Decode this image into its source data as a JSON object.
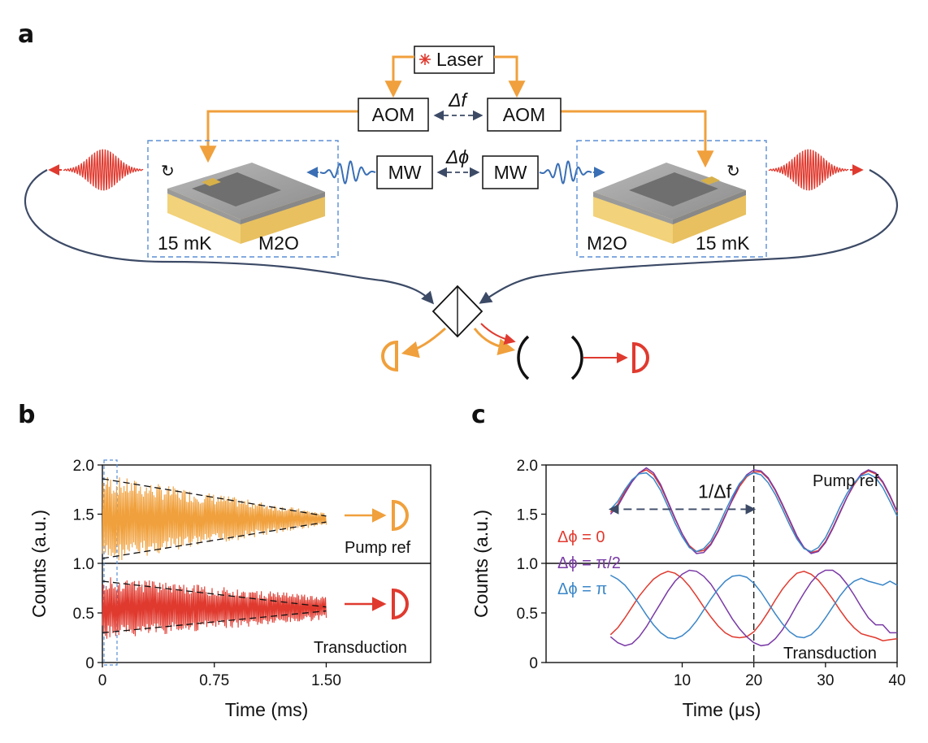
{
  "panels": {
    "a": "a",
    "b": "b",
    "c": "c"
  },
  "setup": {
    "laser": "Laser",
    "aom_left": "AOM",
    "aom_right": "AOM",
    "delta_f": "Δf",
    "mw_left": "MW",
    "mw_right": "MW",
    "delta_phi": "Δϕ",
    "left_temp": "15 mK",
    "left_device": "M2O",
    "right_device": "M2O",
    "right_temp": "15 mK",
    "rotation_left": "↻",
    "rotation_right": "↻"
  },
  "colors": {
    "laser_path": "#f0a03c",
    "pulse": "#e03a2f",
    "microwave": "#3a6fb5",
    "fiber": "#3c4a66",
    "box_dash": "#5b8fd6",
    "pump_ref": "#f0a03c",
    "transduction": "#e03a2f",
    "phase_0": "#e03a2f",
    "phase_pi2": "#7a3aa6",
    "phase_pi": "#3a86c8"
  },
  "chart_data": [
    {
      "type": "line",
      "panel": "b",
      "xlabel": "Time (ms)",
      "ylabel": "Counts (a.u.)",
      "xlim": [
        0,
        2.2
      ],
      "x_ticks": [
        "0",
        "0.75",
        "1.50"
      ],
      "x_tick_values": [
        0,
        0.75,
        1.5
      ],
      "subplots": [
        {
          "label": "Pump ref",
          "ylim": [
            1.0,
            2.0
          ],
          "y_ticks": [
            "2.0",
            "1.5",
            "1.0"
          ],
          "y_tick_values": [
            2.0,
            1.5,
            1.0
          ],
          "series": [
            {
              "kind": "decaying_oscillation",
              "x_range": [
                0,
                1.5
              ],
              "center": 1.45,
              "amplitude_start": 0.46,
              "amplitude_end": 0.06
            }
          ],
          "envelope": {
            "style": "dashed",
            "upper_start": 1.86,
            "upper_end": 1.48,
            "lower_start": 1.05,
            "lower_end": 1.42
          }
        },
        {
          "label": "Transduction",
          "ylim": [
            0,
            1.0
          ],
          "y_ticks": [
            "1.0",
            "0.5",
            "0"
          ],
          "y_tick_values": [
            1.0,
            0.5,
            0
          ],
          "series": [
            {
              "kind": "decaying_oscillation",
              "x_range": [
                0,
                1.5
              ],
              "center": 0.55,
              "amplitude_start": 0.32,
              "amplitude_end": 0.12
            }
          ],
          "envelope": {
            "style": "dashed",
            "upper_start": 0.82,
            "upper_end": 0.56,
            "lower_start": 0.3,
            "lower_end": 0.52
          }
        }
      ]
    },
    {
      "type": "line",
      "panel": "c",
      "xlabel": "Time (μs)",
      "ylabel": "Counts (a.u.)",
      "xlim": [
        -9,
        40
      ],
      "x_ticks": [
        "10",
        "20",
        "30",
        "40"
      ],
      "x_tick_values": [
        10,
        20,
        30,
        40
      ],
      "annotation": "1/Δf",
      "annotation_arrow_x": [
        0,
        20
      ],
      "annotation_arrow_y": 1.55,
      "vline_x": 20,
      "legend": [
        "Δϕ = 0",
        "Δϕ = π/2",
        "Δϕ = π"
      ],
      "subplots": [
        {
          "label": "Pump ref",
          "ylim": [
            1.0,
            2.0
          ],
          "y_ticks": [
            "2.0",
            "1.5",
            "1.0"
          ],
          "y_tick_values": [
            2.0,
            1.5,
            1.0
          ],
          "x": [
            0,
            1,
            2,
            3,
            4,
            5,
            6,
            7,
            8,
            9,
            10,
            11,
            12,
            13,
            14,
            15,
            16,
            17,
            18,
            19,
            20,
            21,
            22,
            23,
            24,
            25,
            26,
            27,
            28,
            29,
            30,
            31,
            32,
            33,
            34,
            35,
            36,
            37,
            38,
            39,
            40
          ],
          "series": [
            {
              "name": "Δϕ = 0",
              "values": [
                1.52,
                1.6,
                1.73,
                1.84,
                1.92,
                1.95,
                1.9,
                1.78,
                1.62,
                1.45,
                1.3,
                1.18,
                1.12,
                1.13,
                1.2,
                1.33,
                1.49,
                1.64,
                1.78,
                1.88,
                1.93,
                1.93,
                1.86,
                1.74,
                1.59,
                1.43,
                1.27,
                1.16,
                1.11,
                1.13,
                1.22,
                1.36,
                1.52,
                1.67,
                1.8,
                1.9,
                1.94,
                1.91,
                1.82,
                1.68,
                1.52
              ]
            },
            {
              "name": "Δϕ = π/2",
              "values": [
                1.5,
                1.58,
                1.71,
                1.83,
                1.92,
                1.97,
                1.92,
                1.8,
                1.63,
                1.46,
                1.3,
                1.17,
                1.1,
                1.11,
                1.19,
                1.32,
                1.48,
                1.65,
                1.8,
                1.9,
                1.95,
                1.94,
                1.87,
                1.75,
                1.6,
                1.44,
                1.28,
                1.16,
                1.1,
                1.12,
                1.21,
                1.35,
                1.51,
                1.67,
                1.81,
                1.91,
                1.95,
                1.92,
                1.83,
                1.69,
                1.53
              ]
            },
            {
              "name": "Δϕ = π",
              "values": [
                1.55,
                1.63,
                1.75,
                1.85,
                1.91,
                1.92,
                1.86,
                1.74,
                1.58,
                1.41,
                1.27,
                1.16,
                1.12,
                1.15,
                1.23,
                1.37,
                1.53,
                1.68,
                1.81,
                1.89,
                1.92,
                1.9,
                1.82,
                1.7,
                1.55,
                1.39,
                1.25,
                1.15,
                1.12,
                1.16,
                1.26,
                1.41,
                1.57,
                1.71,
                1.82,
                1.89,
                1.91,
                1.87,
                1.77,
                1.63,
                1.48
              ]
            }
          ]
        },
        {
          "label": "Transduction",
          "ylim": [
            0,
            1.0
          ],
          "y_ticks": [
            "1.0",
            "0.5",
            "0"
          ],
          "y_tick_values": [
            1.0,
            0.5,
            0
          ],
          "x": [
            0,
            1,
            2,
            3,
            4,
            5,
            6,
            7,
            8,
            9,
            10,
            11,
            12,
            13,
            14,
            15,
            16,
            17,
            18,
            19,
            20,
            21,
            22,
            23,
            24,
            25,
            26,
            27,
            28,
            29,
            30,
            31,
            32,
            33,
            34,
            35,
            36,
            37,
            38,
            39,
            40
          ],
          "series": [
            {
              "name": "Δϕ = 0",
              "values": [
                0.28,
                0.35,
                0.45,
                0.56,
                0.67,
                0.76,
                0.84,
                0.89,
                0.92,
                0.9,
                0.85,
                0.77,
                0.67,
                0.56,
                0.46,
                0.37,
                0.3,
                0.26,
                0.25,
                0.26,
                0.31,
                0.4,
                0.51,
                0.63,
                0.74,
                0.83,
                0.9,
                0.92,
                0.89,
                0.83,
                0.74,
                0.64,
                0.53,
                0.43,
                0.35,
                0.29,
                0.27,
                0.25,
                0.22,
                0.23,
                0.24
              ]
            },
            {
              "name": "Δϕ = π/2",
              "values": [
                0.26,
                0.2,
                0.17,
                0.19,
                0.26,
                0.36,
                0.48,
                0.6,
                0.72,
                0.82,
                0.89,
                0.93,
                0.92,
                0.87,
                0.79,
                0.68,
                0.56,
                0.44,
                0.34,
                0.26,
                0.2,
                0.17,
                0.18,
                0.24,
                0.33,
                0.45,
                0.58,
                0.7,
                0.81,
                0.89,
                0.93,
                0.93,
                0.88,
                0.79,
                0.68,
                0.56,
                0.45,
                0.38,
                0.38,
                0.3,
                0.3
              ]
            },
            {
              "name": "Δϕ = π",
              "values": [
                0.88,
                0.84,
                0.78,
                0.69,
                0.59,
                0.48,
                0.38,
                0.3,
                0.25,
                0.24,
                0.27,
                0.33,
                0.42,
                0.53,
                0.64,
                0.74,
                0.82,
                0.87,
                0.88,
                0.86,
                0.8,
                0.71,
                0.6,
                0.49,
                0.39,
                0.31,
                0.26,
                0.25,
                0.28,
                0.35,
                0.45,
                0.56,
                0.67,
                0.76,
                0.82,
                0.85,
                0.82,
                0.8,
                0.78,
                0.82,
                0.78
              ]
            }
          ]
        }
      ]
    }
  ]
}
